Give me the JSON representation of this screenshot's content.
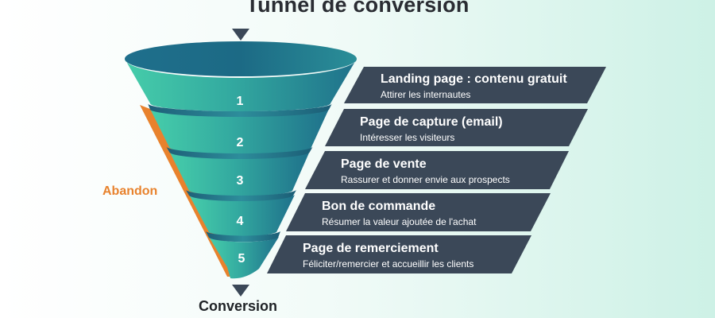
{
  "title": "Tunnel de conversion",
  "abandon_label": "Abandon",
  "conversion_label": "Conversion",
  "colors": {
    "funnel_teal": "#3fc4a7",
    "funnel_blue": "#1e6f8a",
    "abandon_orange": "#e8822d",
    "banner": "#3b4858",
    "arrow": "#3b4858"
  },
  "steps": [
    {
      "number": "1",
      "title": "Landing page : contenu gratuit",
      "subtitle": "Attirer les internautes"
    },
    {
      "number": "2",
      "title": "Page de capture (email)",
      "subtitle": "Intéresser les visiteurs"
    },
    {
      "number": "3",
      "title": "Page de vente",
      "subtitle": "Rassurer et donner envie aux prospects"
    },
    {
      "number": "4",
      "title": "Bon de commande",
      "subtitle": "Résumer la valeur ajoutée de l'achat"
    },
    {
      "number": "5",
      "title": "Page de remerciement",
      "subtitle": "Féliciter/remercier et accueillir les clients"
    }
  ]
}
